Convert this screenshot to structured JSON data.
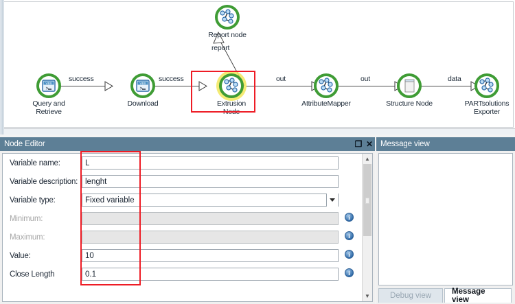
{
  "workflow": {
    "nodes": [
      {
        "id": "query-and-retrieve",
        "label": "Query and\nRetrieve",
        "icon": "vbs-script-icon",
        "selected": false
      },
      {
        "id": "download",
        "label": "Download",
        "icon": "vbs-script-icon",
        "selected": false
      },
      {
        "id": "extrusion-node",
        "label": "Extrusion Node",
        "icon": "graph-network-icon",
        "selected": true
      },
      {
        "id": "attribute-mapper",
        "label": "AttributeMapper",
        "icon": "graph-network-icon",
        "selected": false
      },
      {
        "id": "structure-node",
        "label": "Structure Node",
        "icon": "document-page-icon",
        "selected": false
      },
      {
        "id": "partsolutions-exporter",
        "label": "PARTsolutions\nExporter",
        "icon": "graph-network-icon",
        "selected": false
      },
      {
        "id": "report-node",
        "label": "Report node",
        "icon": "graph-network-icon",
        "selected": false
      }
    ],
    "edges": [
      {
        "from": "query-and-retrieve",
        "to": "download",
        "label": "success"
      },
      {
        "from": "download",
        "to": "extrusion-node",
        "label": "success"
      },
      {
        "from": "extrusion-node",
        "to": "attribute-mapper",
        "label": "out"
      },
      {
        "from": "attribute-mapper",
        "to": "structure-node",
        "label": "out"
      },
      {
        "from": "structure-node",
        "to": "partsolutions-exporter",
        "label": "data"
      },
      {
        "from": "extrusion-node",
        "to": "report-node",
        "label": "report"
      }
    ],
    "selection_color": "#ee1c25",
    "node_ring_color": "#3f9c35",
    "selected_halo_color": "#f2e85c"
  },
  "node_editor": {
    "title": "Node Editor",
    "buttons": {
      "dock": "❐",
      "close": "✕"
    },
    "rows": [
      {
        "label": "Variable name:",
        "value": "L",
        "type": "text",
        "disabled": false,
        "info": false
      },
      {
        "label": "Variable description:",
        "value": "lenght",
        "type": "text",
        "disabled": false,
        "info": false
      },
      {
        "label": "Variable type:",
        "value": "Fixed variable",
        "type": "combo",
        "disabled": false,
        "info": false
      },
      {
        "label": "Minimum:",
        "value": "",
        "type": "text",
        "disabled": true,
        "info": true
      },
      {
        "label": "Maximum:",
        "value": "",
        "type": "text",
        "disabled": true,
        "info": true
      },
      {
        "label": "Value:",
        "value": "10",
        "type": "text",
        "disabled": false,
        "info": true
      },
      {
        "label": "Close Length",
        "value": "0.1",
        "type": "text",
        "disabled": false,
        "info": true
      }
    ],
    "scrollbar": {
      "up": "▲",
      "down": "▼"
    },
    "highlight_color": "#ee1c25"
  },
  "message_view": {
    "title": "Message view",
    "content": "",
    "tabs": [
      {
        "label": "Debug view",
        "active": false
      },
      {
        "label": "Message view",
        "active": true
      }
    ]
  },
  "colors": {
    "panel_title_bg": "#5d7f96",
    "accent_green": "#3f9c35",
    "accent_red": "#ee1c25",
    "info_blue": "#2f6aa8"
  }
}
